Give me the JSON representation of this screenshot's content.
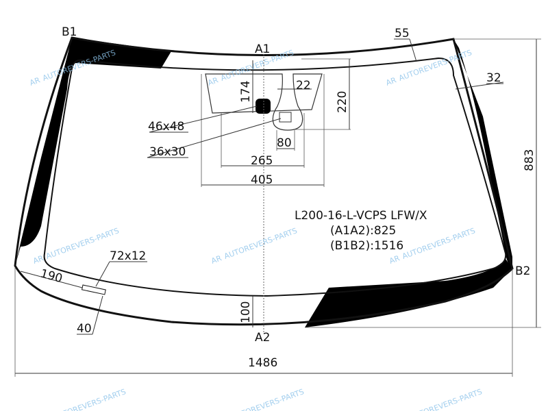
{
  "part_code": "L200-16-L-VCPS LFW/X",
  "a1a2": "(A1A2):825",
  "b1b2": "(B1B2):1516",
  "points": {
    "a1": "A1",
    "a2": "A2",
    "b1": "B1",
    "b2": "B2"
  },
  "dimensions": {
    "top_band": "55",
    "side_band": "32",
    "height": "883",
    "width": "1486",
    "sensor_174": "174",
    "sensor_22": "22",
    "sensor_220": "220",
    "sensor_80": "80",
    "sensor_265": "265",
    "sensor_405": "405",
    "rect_46x48": "46x48",
    "rect_36x30": "36x30",
    "vin_72x12": "72x12",
    "vin_190": "190",
    "vin_40": "40",
    "bottom_100": "100"
  },
  "watermark": "AUTOREVERS-PARTS",
  "watermark_logo": "AR",
  "colors": {
    "line": "#111111",
    "watermark": "#8cc3ea"
  }
}
